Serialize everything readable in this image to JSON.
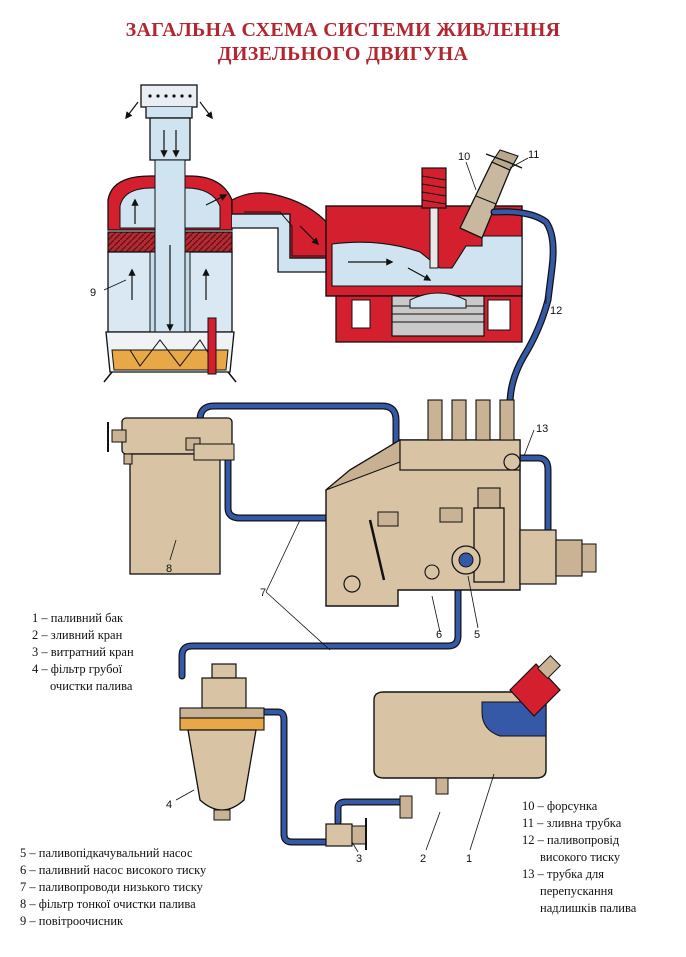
{
  "title": {
    "line1": "ЗАГАЛЬНА СХЕМА СИСТЕМИ ЖИВЛЕННЯ",
    "line2": "ДИЗЕЛЬНОГО ДВИГУНА"
  },
  "colors": {
    "title": "#b4262f",
    "engine_red": "#d4202e",
    "air_blue": "#cfe4f0",
    "fuel_line": "#3559a7",
    "component_tan": "#d8c3a5",
    "filter_orange": "#e9a848"
  },
  "callouts": [
    "1",
    "2",
    "3",
    "4",
    "5",
    "6",
    "7",
    "8",
    "9",
    "10",
    "11",
    "12",
    "13"
  ],
  "legend_left_top": [
    {
      "text": "1 – паливний бак"
    },
    {
      "text": "2 – зливний кран"
    },
    {
      "text": "3 – витратний кран"
    },
    {
      "text": "4 – фільтр грубої"
    },
    {
      "text": "очистки палива"
    }
  ],
  "legend_left_bottom": [
    {
      "text": "5 – паливопідкачувальний насос"
    },
    {
      "text": "6 – паливний насос високого тиску"
    },
    {
      "text": "7 – паливопроводи низького тиску"
    },
    {
      "text": "8 – фільтр тонкої очистки палива"
    },
    {
      "text": "9 – повітроочисник"
    }
  ],
  "legend_right": [
    {
      "text": "10 – форсунка"
    },
    {
      "text": "11 – зливна трубка"
    },
    {
      "text": "12 – паливопровід"
    },
    {
      "text": "високого тиску"
    },
    {
      "text": "13 – трубка для"
    },
    {
      "text": "перепускання"
    },
    {
      "text": "надлишків палива"
    }
  ]
}
